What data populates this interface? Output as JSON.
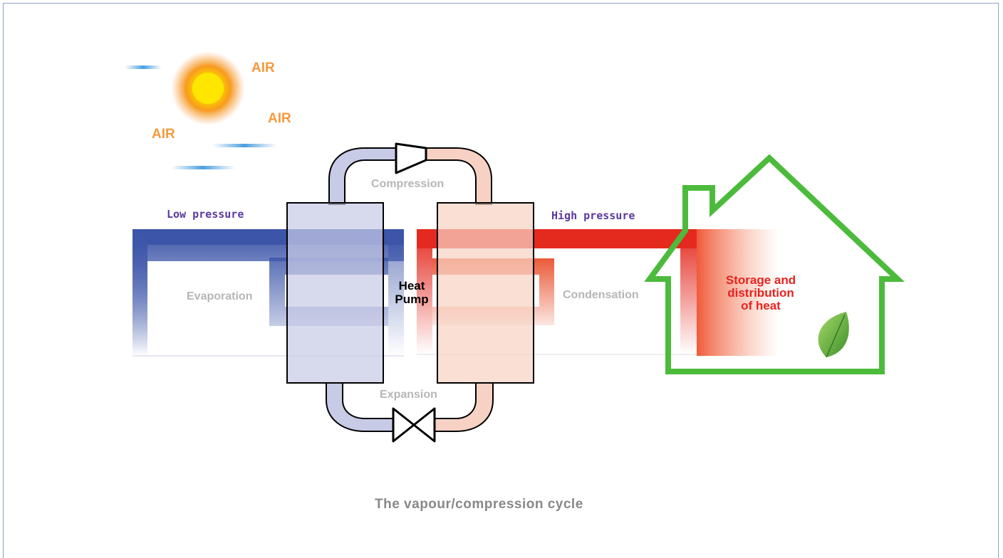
{
  "air_labels": [
    "AIR",
    "AIR",
    "AIR"
  ],
  "stages": {
    "compression": "Compression",
    "expansion": "Expansion",
    "evaporation": "Evaporation",
    "condensation": "Condensation"
  },
  "pressure": {
    "low": "Low pressure",
    "high": "High pressure"
  },
  "heat_pump": {
    "line1": "Heat",
    "line2": "Pump"
  },
  "storage": {
    "line1": "Storage and",
    "line2": "distribution",
    "line3": "of heat"
  },
  "caption": "The vapour/compression cycle",
  "colors": {
    "low_side": "#3c55a8",
    "high_side": "#e42a1f",
    "air_text": "#f59a3e",
    "pressure_text": "#5b3aa0",
    "house": "#4cbb3c",
    "storage_text": "#e8231e"
  },
  "icons": [
    "sun-icon",
    "leaf-icon",
    "compressor-icon",
    "expansion-valve-icon",
    "house-icon"
  ]
}
